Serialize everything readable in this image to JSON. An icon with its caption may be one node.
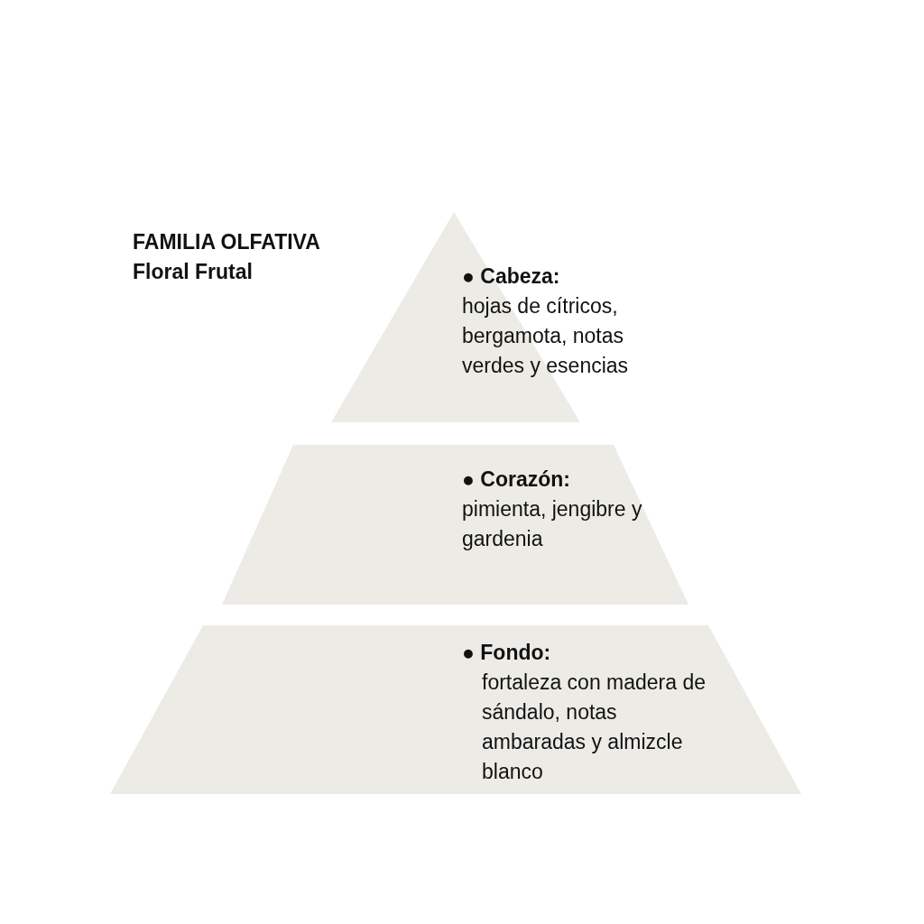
{
  "diagram": {
    "title": "FAMILIA OLFATIVA",
    "nodes": [
      {
        "text": [
          "● Cabeza:",
          "hojas de cítricos, bergamota, notas verdes y esencias"
        ]
      },
      {
        "text": [
          "● Corazón:",
          "pimienta, jengibre y gardenia"
        ]
      },
      {
        "text": [
          "● Fondo:",
          "fortaleza con madera de sándalo, notas ambaradas y almizcle blanco"
        ]
      }
    ],
    "labels": [
      "Floral Frutal"
    ]
  }
}
